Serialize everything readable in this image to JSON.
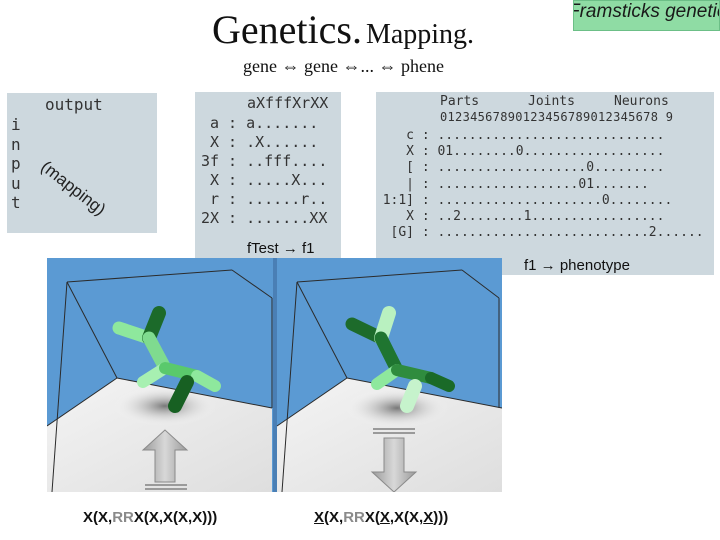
{
  "title": {
    "main": "Genetics.",
    "sub": "Mapping."
  },
  "subtitle": "gene ⇔ gene ⇔... ⇔ phene",
  "badge": "Framsticks genetic",
  "mapping_panel": {
    "output": "output",
    "input": "input",
    "mapping": "(mapping)"
  },
  "f1_panel": {
    "header": "aXfffXrXX",
    "rows": [
      {
        "gene": "a",
        "map": "a......."
      },
      {
        "gene": "X",
        "map": ".X......"
      },
      {
        "gene": "3f",
        "map": "..fff...."
      },
      {
        "gene": "X",
        "map": ".....X..."
      },
      {
        "gene": "r",
        "map": "......r.."
      },
      {
        "gene": "2X",
        "map": ".......XX"
      }
    ],
    "caption": "fTest → f1"
  },
  "pheno_panel": {
    "headers": [
      "Parts",
      "Joints",
      "Neurons"
    ],
    "digits": "01234567890123456789012345678 9",
    "rows": [
      {
        "key": "c",
        "map": "............................."
      },
      {
        "key": "X",
        "map": "01........0.................."
      },
      {
        "key": "[",
        "map": "...................0........."
      },
      {
        "key": "|",
        "map": "..................01......."
      },
      {
        "key": "1:1]",
        "map": ".....................0........"
      },
      {
        "key": "X",
        "map": "..2........1................."
      },
      {
        "key": "[G]",
        "map": "...........................2......"
      }
    ],
    "caption": "f1 → phenotype"
  },
  "genotypes": {
    "left": [
      "X(X,",
      "RR",
      "X(X,X(X,X)))"
    ],
    "right": [
      "X",
      "(X,",
      "RR",
      "X(",
      "X",
      ",X(X,",
      "X",
      ")))"
    ]
  }
}
